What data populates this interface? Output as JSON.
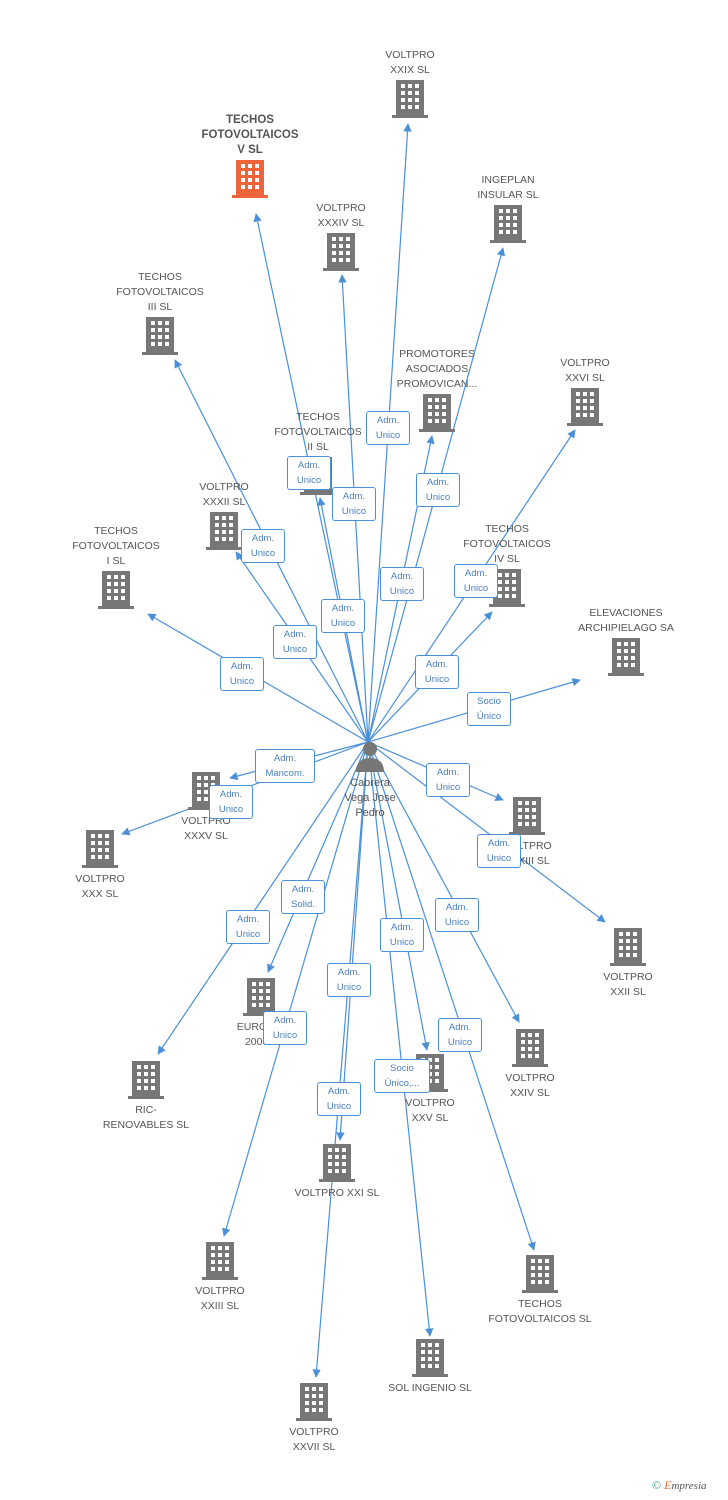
{
  "person": {
    "name": "Cabrera\nVega Jose\nPedro"
  },
  "companies": [
    {
      "label": "VOLTPRO\nXXIX SL"
    },
    {
      "label": "TECHOS\nFOTOVOLTAICOS\nV SL"
    },
    {
      "label": "INGEPLAN\nINSULAR SL"
    },
    {
      "label": "VOLTPRO\nXXXIV SL"
    },
    {
      "label": "TECHOS\nFOTOVOLTAICOS\nIII SL"
    },
    {
      "label": "PROMOTORES\nASOCIADOS\nPROMOVICAN..."
    },
    {
      "label": "VOLTPRO\nXXVI SL"
    },
    {
      "label": "TECHOS\nFOTOVOLTAICOS\nII SL"
    },
    {
      "label": "VOLTPRO\nXXXII SL"
    },
    {
      "label": "TECHOS\nFOTOVOLTAICOS\nIV SL"
    },
    {
      "label": "TECHOS\nFOTOVOLTAICOS\nI SL"
    },
    {
      "label": "ELEVACIONES\nARCHIPIELAGO SA"
    },
    {
      "label": "VOLTPRO\nXXXV SL"
    },
    {
      "label": "VOLTPRO\nXXXIII SL"
    },
    {
      "label": "VOLTPRO\nXXX SL"
    },
    {
      "label": "VOLTPRO\nXXII SL"
    },
    {
      "label": "EURO A...\n2000..."
    },
    {
      "label": "VOLTPRO\nXXIV SL"
    },
    {
      "label": "VOLTPRO\nXXV SL"
    },
    {
      "label": "RIC-\nRENOVABLES SL"
    },
    {
      "label": "VOLTPRO XXI SL"
    },
    {
      "label": "VOLTPRO\nXXIII SL"
    },
    {
      "label": "TECHOS\nFOTOVOLTAICOS SL"
    },
    {
      "label": "SOL INGENIO SL"
    },
    {
      "label": "VOLTPRO\nXXVII SL"
    }
  ],
  "roles": [
    "Adm.\nUnico",
    "Adm.\nUnico",
    "Adm.\nUnico",
    "Adm.\nUnico",
    "Adm.\nUnico",
    "Adm.\nUnico",
    "Adm.\nUnico",
    "Adm.\nUnico",
    "Adm.\nUnico",
    "Adm.\nUnico",
    "Adm.\nUnico",
    "Socio\nÚnico",
    "Adm.\nMancom.",
    "Adm.\nUnico",
    "Adm.\nUnico",
    "Adm.\nUnico",
    "Adm.\nSolid.",
    "Adm.\nUnico",
    "Adm.\nUnico",
    "Adm.\nUnico",
    "Adm.\nUnico",
    "Adm.\nUnico",
    "Adm.\nUnico",
    "Socio\nÚnico,...",
    "Adm.\nUnico"
  ],
  "colors": {
    "link": "#4a90d9",
    "node": "#777777",
    "focus_node": "#f0643c"
  },
  "footer": {
    "symbol": "©",
    "brand_mark": "E",
    "brand_rest": "mpresia"
  }
}
